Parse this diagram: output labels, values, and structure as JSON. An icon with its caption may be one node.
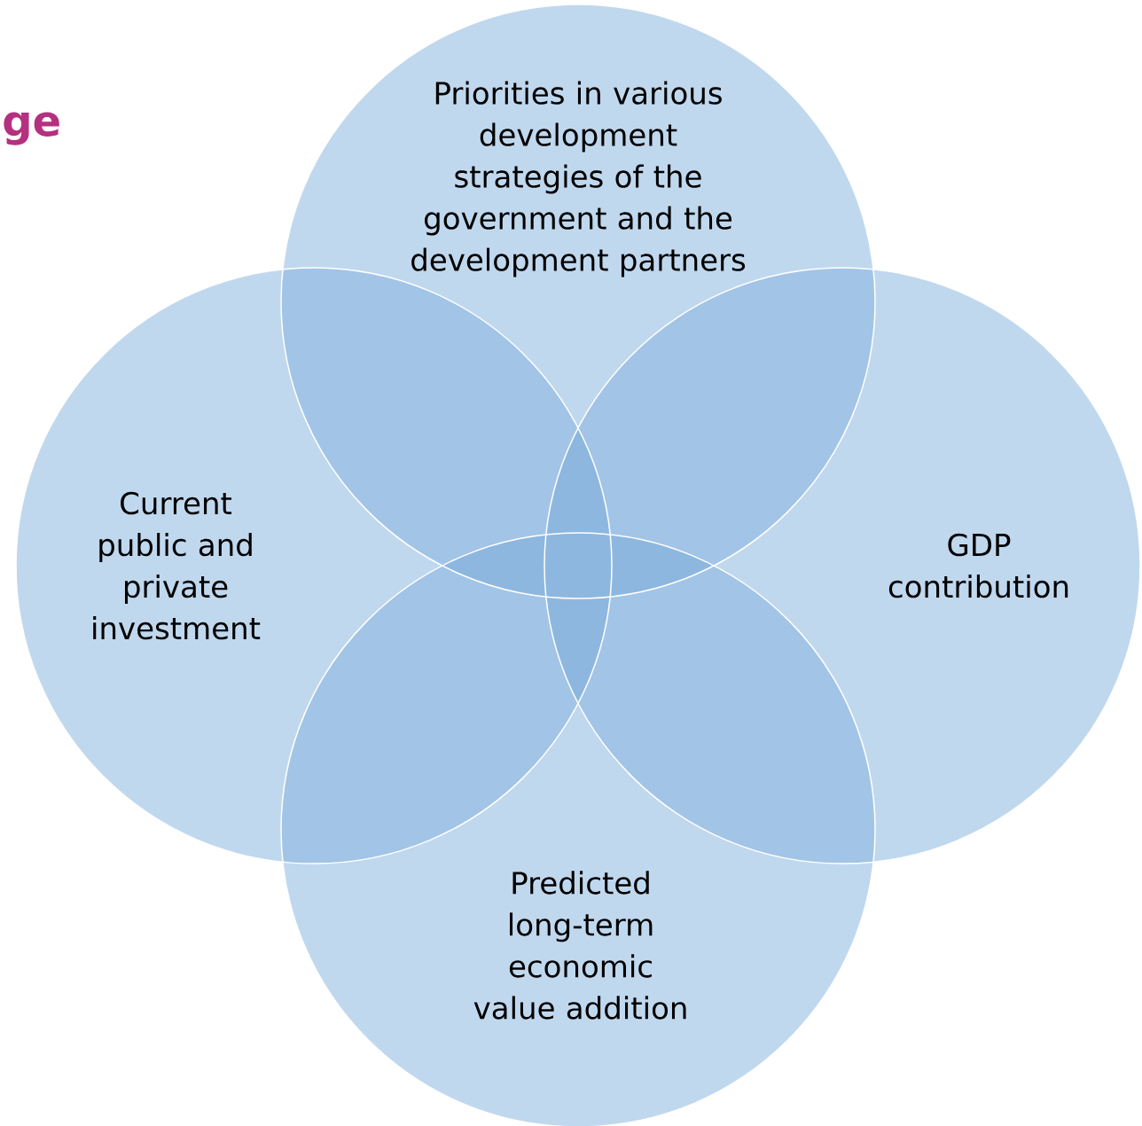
{
  "diagram": {
    "title": "ge",
    "nodes": [
      {
        "text": [
          "Priorities in various development strategies of the government and the development partners"
        ]
      },
      {
        "text": [
          "Current public and private investment"
        ]
      },
      {
        "text": [
          "GDP contribution"
        ]
      },
      {
        "text": [
          "Predicted long-term economic value addition"
        ]
      }
    ]
  }
}
